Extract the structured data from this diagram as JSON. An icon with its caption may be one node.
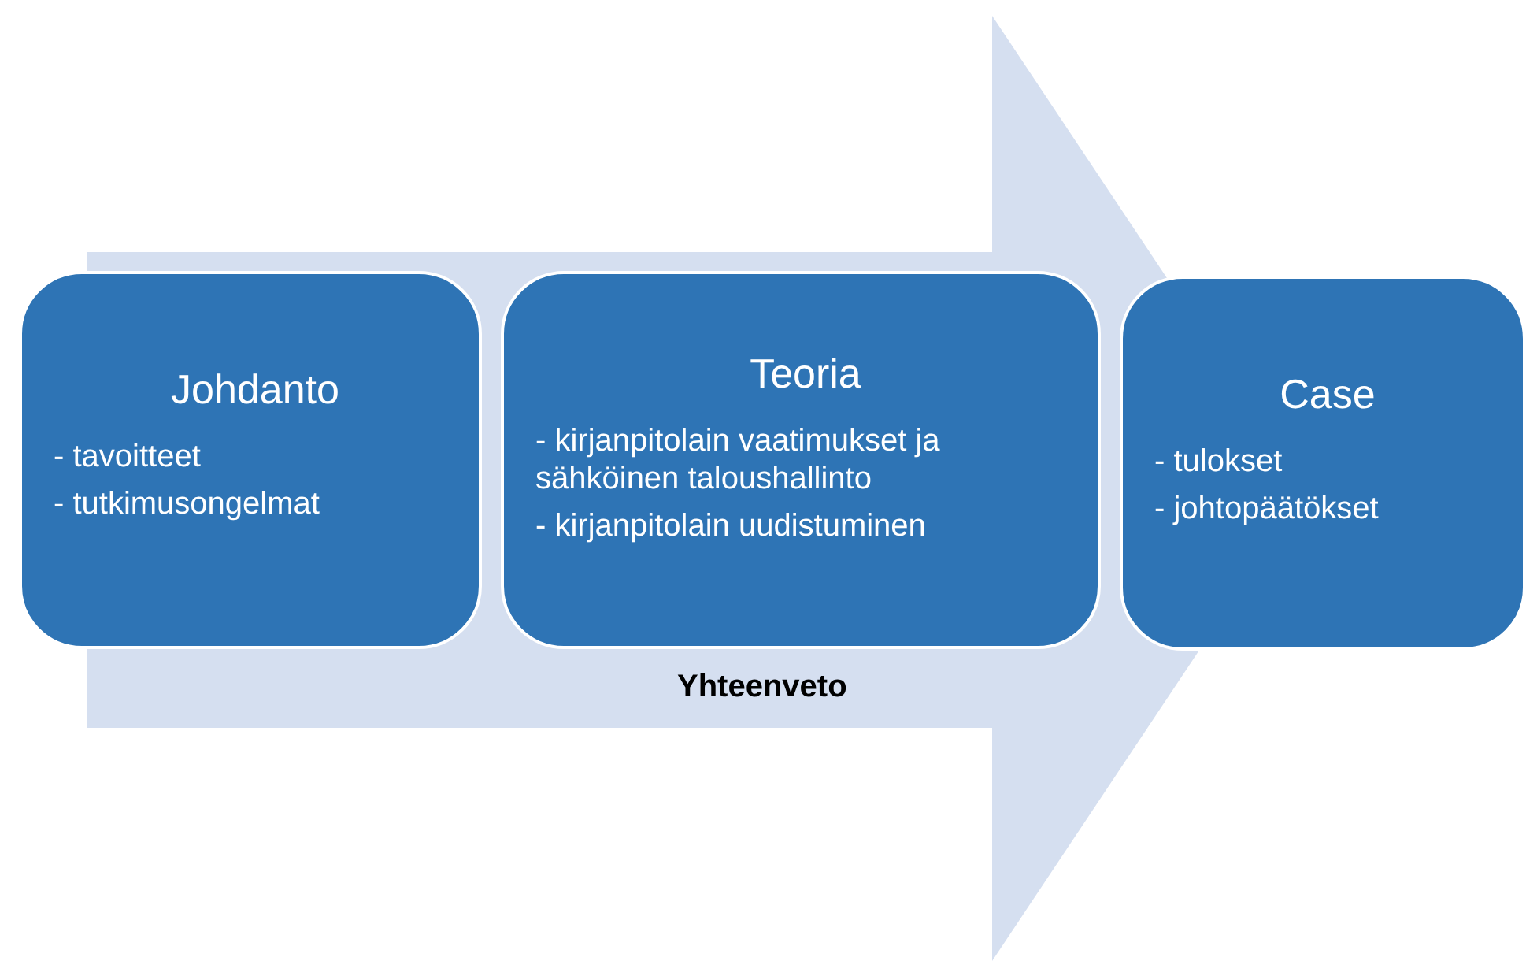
{
  "diagram": {
    "nodes": [
      {
        "text": [
          "Yhteenveto"
        ]
      },
      {
        "text": [
          "Johdanto",
          "- tavoitteet",
          "- tutkimusongelmat"
        ]
      },
      {
        "text": [
          "Teoria",
          "- kirjanpitolain vaatimukset ja sähköinen taloushallinto",
          "- kirjanpitolain uudistuminen"
        ],
        "in": 0
      },
      {
        "text": [
          "Case",
          "- tulokset",
          "- johtopäätökset"
        ]
      }
    ]
  }
}
